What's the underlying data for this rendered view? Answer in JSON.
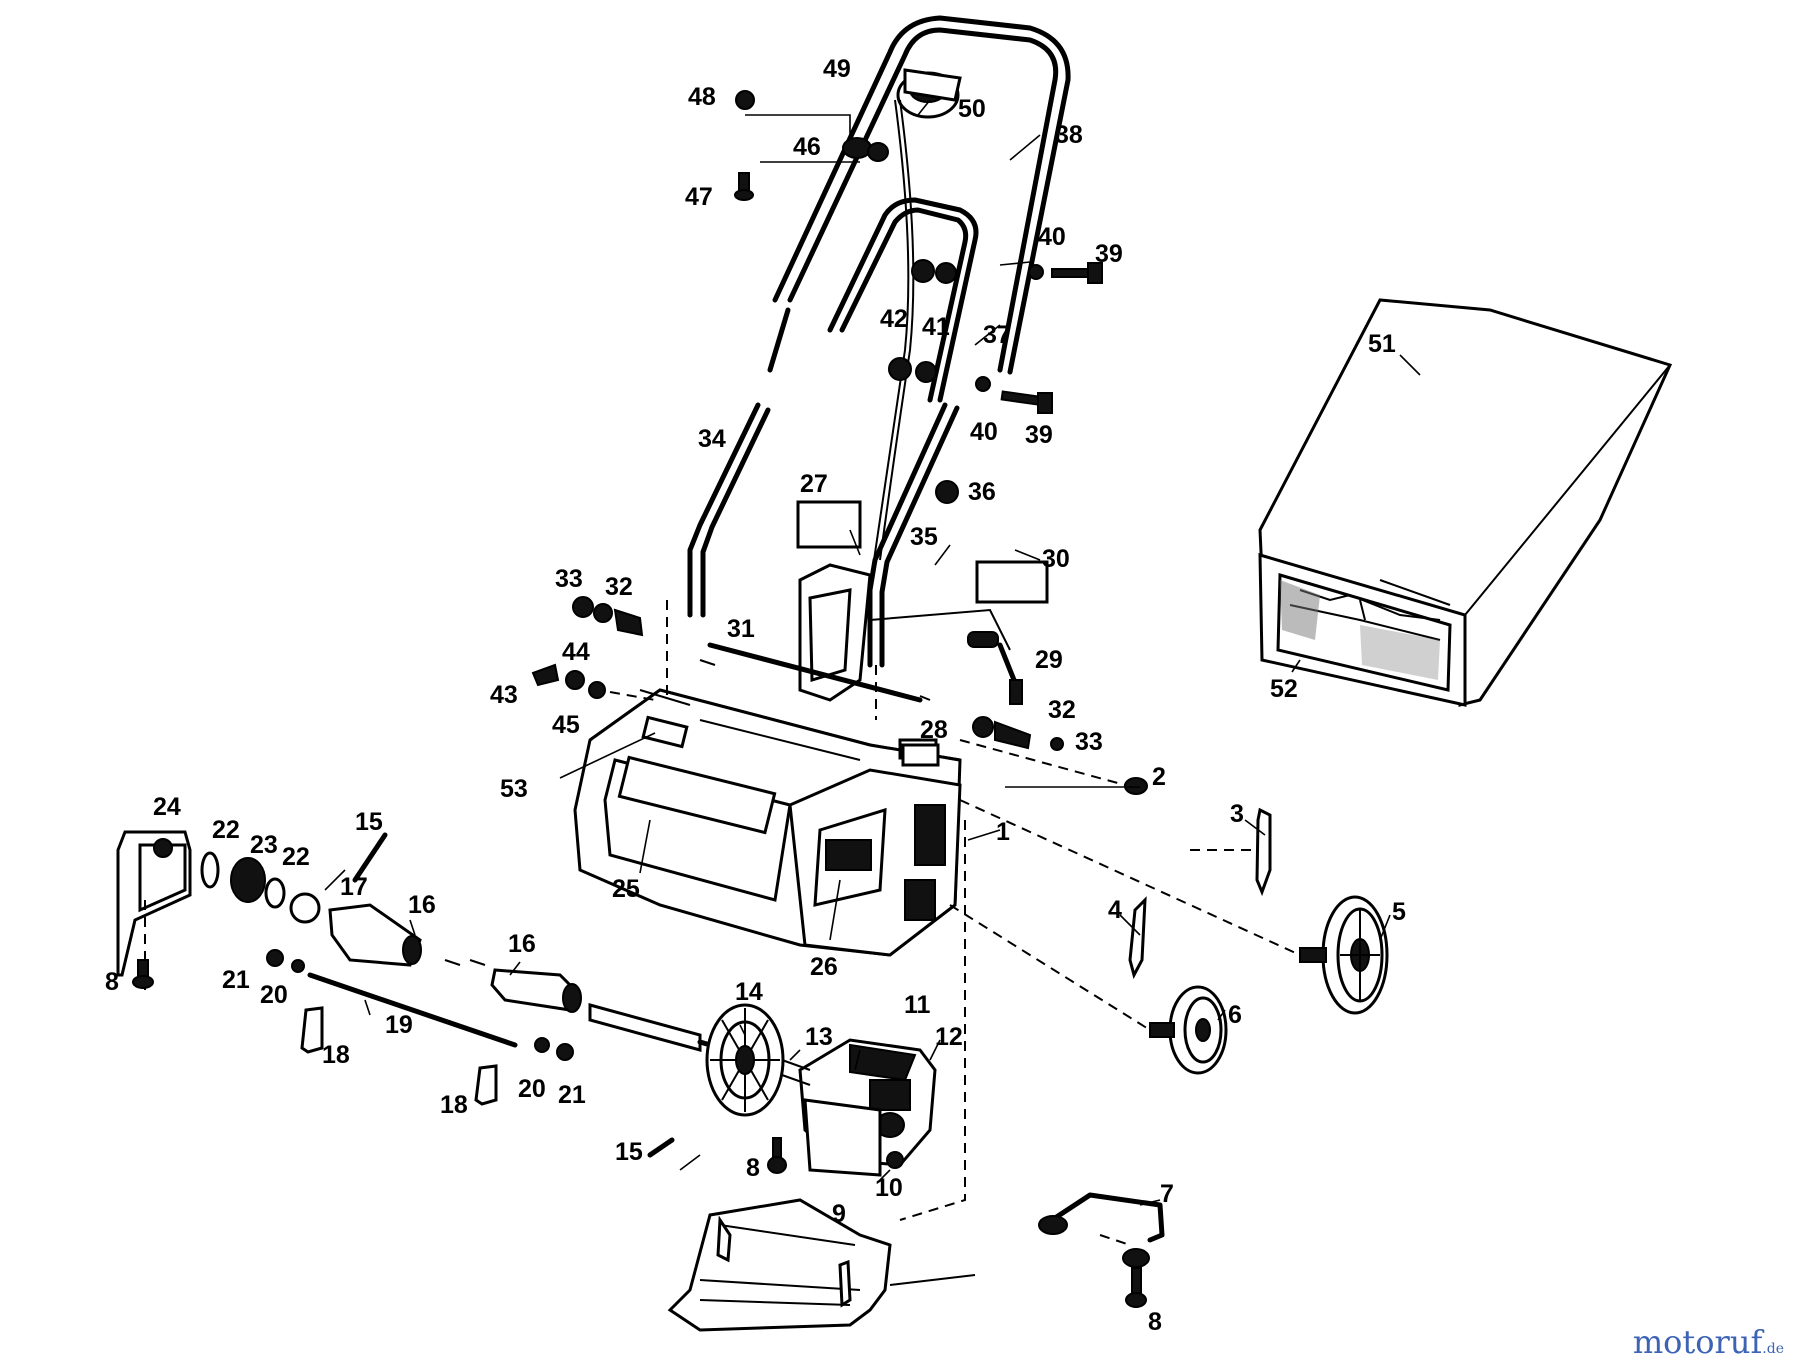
{
  "labels": [
    "1",
    "2",
    "3",
    "4",
    "5",
    "6",
    "7",
    "8",
    "8",
    "8",
    "8",
    "9",
    "10",
    "11",
    "12",
    "13",
    "14",
    "15",
    "15",
    "16",
    "16",
    "17",
    "18",
    "18",
    "19",
    "20",
    "20",
    "21",
    "21",
    "22",
    "22",
    "23",
    "24",
    "25",
    "26",
    "27",
    "28",
    "29",
    "30",
    "31",
    "32",
    "32",
    "33",
    "33",
    "34",
    "35",
    "36",
    "37",
    "38",
    "39",
    "39",
    "40",
    "40",
    "41",
    "42",
    "43",
    "44",
    "45",
    "46",
    "47",
    "48",
    "49",
    "50",
    "51",
    "52",
    "53"
  ],
  "watermark": {
    "brand_a": "motoruf",
    "brand_b": "",
    "tld": ".de"
  }
}
